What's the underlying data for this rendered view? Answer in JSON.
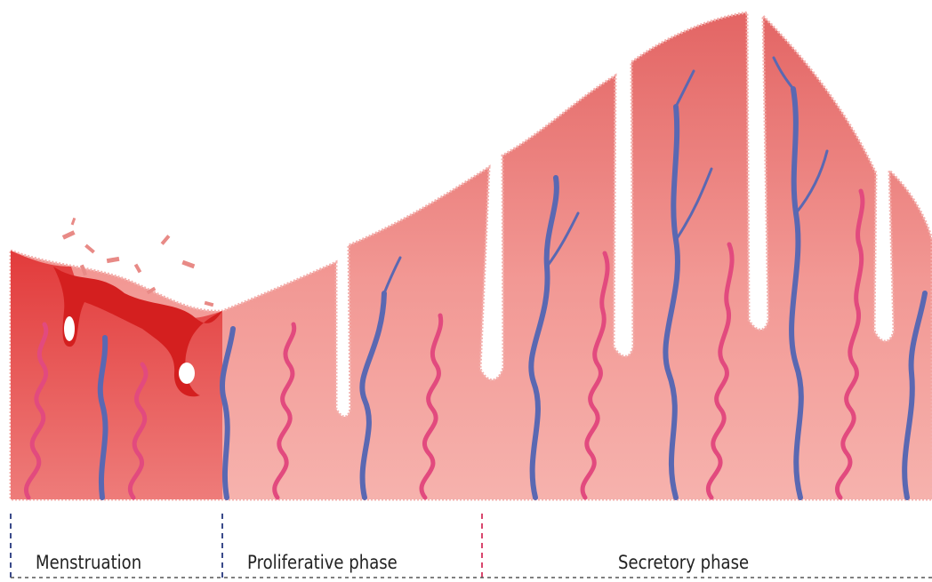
{
  "phases": {
    "menstruation": "Menstruation",
    "proliferative": "Proliferative phase",
    "secretory": "Secretory phase"
  },
  "colors": {
    "tissue_top": "#e8706e",
    "tissue_mid": "#f4a3a0",
    "tissue_edge": "#f8b8b4",
    "menstrual_red": "#e12a2a",
    "vein_blue": "#5566b0",
    "spiral_artery_pink": "#e0457a",
    "background": "#ffffff"
  }
}
